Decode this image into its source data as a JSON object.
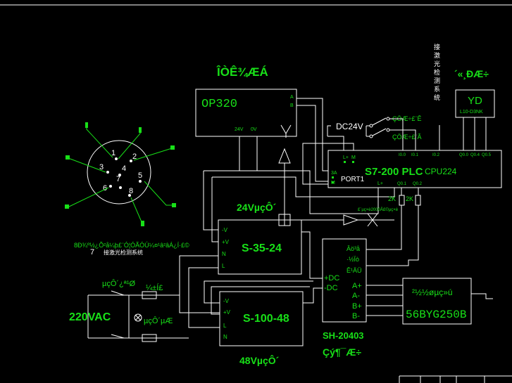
{
  "labels": {
    "op_title": "ÎÒÊ¾ÆÁ",
    "op320": "OP320",
    "op_a": "A",
    "op_b": "B",
    "op_24v": "24V",
    "op_0v": "0V",
    "dc24v": "DC24V",
    "sw1": "ÇÖÆ÷£¨Ê",
    "sw2": "ÇÖÆ÷£¨Ã",
    "vert_sensor": "接激光检测系统",
    "yd_title": "´«¸ÐÆ÷",
    "yd": "YD",
    "yd_model": "L10-D3NK",
    "plc_l": "L+",
    "plc_m": "M",
    "plc_title": "S7-200 PLC",
    "plc_cpu": "CPU224",
    "plc_i0": "I0.0",
    "plc_i01": "I0.1",
    "plc_i02": "I0.2",
    "plc_q0": "Q0.0",
    "plc_q4": "Q0.4",
    "plc_q5": "Q0.5",
    "plc_3a": "3A",
    "plc_m2": "M",
    "plc_port": "PORT1",
    "plc_lplus": "L+",
    "plc_q1": "Q0.1",
    "plc_q2": "Q0.2",
    "r2k_a": "2K",
    "r2k_b": "2K",
    "supply24": "24VµçÔ´",
    "resistor_note": "£¨µç×è2000Å£©µç×è",
    "ps1": "S-35-24",
    "ps2": "S-100-48",
    "ps_v1": "-V",
    "ps_v2": "+V",
    "ps_n": "N",
    "ps_l": "L",
    "ps2_v1": "-V",
    "ps2_v2": "+V",
    "ps2_l": "L",
    "ps2_n": "N",
    "supply48": "48VµçÔ´",
    "connector_note": "8Ð¾º½¿Õ²å¼þ£¨Ó¦ÓÃÓÚ¼¤¹â²âÁ¿Í·£©",
    "sensor_note": "接激光检测系统",
    "seven_mark": "7",
    "pin1": "1",
    "pin2": "2",
    "pin3": "3",
    "pin4": "4",
    "pin5": "5",
    "pin6": "6",
    "pin7": "7",
    "pin8": "8",
    "drv_1": "Âö³å",
    "drv_2": "·½Ïò",
    "drv_3": "Ê¹ÄÜ",
    "drv_dc1": "+DC",
    "drv_dc2": "-DC",
    "drv_ap": "A+",
    "drv_am": "A-",
    "drv_bp": "B+",
    "drv_bm": "B-",
    "drv_model": "SH-20403",
    "drv_title": "Çý¶¯Æ÷",
    "motor_title": "²½½øµç»ú",
    "motor_model": "56BYG250B",
    "ac_in": "220VAC",
    "ac_sw": "µçÔ´¿ª¹Ø",
    "estop": "¼±Í£",
    "ind": "µçÔ´µÆ"
  }
}
